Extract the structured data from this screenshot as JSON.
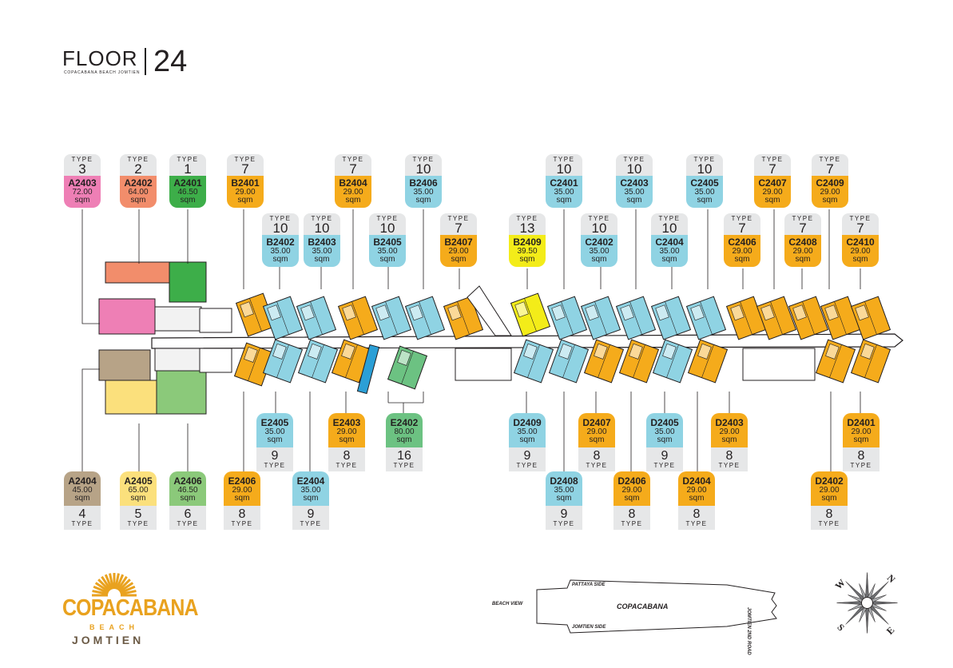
{
  "header": {
    "floor_word": "FLOOR",
    "floor_number": "24",
    "project_line": "COPACABANA BEACH JOMTIEN"
  },
  "labels": {
    "type_word": "TYPE",
    "sqm_word": "sqm"
  },
  "units_top": [
    {
      "code": "A2403",
      "area": "72.00",
      "type": "3",
      "color": "#ee7fb5"
    },
    {
      "code": "A2402",
      "area": "64.00",
      "type": "2",
      "color": "#f28d6b"
    },
    {
      "code": "A2401",
      "area": "46.50",
      "type": "1",
      "color": "#3dae49"
    },
    {
      "code": "B2401",
      "area": "29.00",
      "type": "7",
      "color": "#f5ab1b"
    },
    {
      "code": "B2402",
      "area": "35.00",
      "type": "10",
      "color": "#8fd3e3"
    },
    {
      "code": "B2403",
      "area": "35.00",
      "type": "10",
      "color": "#8fd3e3"
    },
    {
      "code": "B2404",
      "area": "29.00",
      "type": "7",
      "color": "#f5ab1b"
    },
    {
      "code": "B2405",
      "area": "35.00",
      "type": "10",
      "color": "#8fd3e3"
    },
    {
      "code": "B2406",
      "area": "35.00",
      "type": "10",
      "color": "#8fd3e3"
    },
    {
      "code": "B2407",
      "area": "29.00",
      "type": "7",
      "color": "#f5ab1b"
    },
    {
      "code": "B2409",
      "area": "39.50",
      "type": "13",
      "color": "#f3ec19"
    },
    {
      "code": "C2401",
      "area": "35.00",
      "type": "10",
      "color": "#8fd3e3"
    },
    {
      "code": "C2402",
      "area": "35.00",
      "type": "10",
      "color": "#8fd3e3"
    },
    {
      "code": "C2403",
      "area": "35.00",
      "type": "10",
      "color": "#8fd3e3"
    },
    {
      "code": "C2404",
      "area": "35.00",
      "type": "10",
      "color": "#8fd3e3"
    },
    {
      "code": "C2405",
      "area": "35.00",
      "type": "10",
      "color": "#8fd3e3"
    },
    {
      "code": "C2406",
      "area": "29.00",
      "type": "7",
      "color": "#f5ab1b"
    },
    {
      "code": "C2407",
      "area": "29.00",
      "type": "7",
      "color": "#f5ab1b"
    },
    {
      "code": "C2408",
      "area": "29.00",
      "type": "7",
      "color": "#f5ab1b"
    },
    {
      "code": "C2409",
      "area": "29.00",
      "type": "7",
      "color": "#f5ab1b"
    },
    {
      "code": "C2410",
      "area": "29.00",
      "type": "7",
      "color": "#f5ab1b"
    }
  ],
  "units_bottom": [
    {
      "code": "A2404",
      "area": "45.00",
      "type": "4",
      "color": "#b7a387"
    },
    {
      "code": "A2405",
      "area": "65.00",
      "type": "5",
      "color": "#fbe07c"
    },
    {
      "code": "A2406",
      "area": "46.50",
      "type": "6",
      "color": "#8bc97a"
    },
    {
      "code": "E2406",
      "area": "29.00",
      "type": "8",
      "color": "#f5ab1b"
    },
    {
      "code": "E2405",
      "area": "35.00",
      "type": "9",
      "color": "#8fd3e3"
    },
    {
      "code": "E2404",
      "area": "35.00",
      "type": "9",
      "color": "#8fd3e3"
    },
    {
      "code": "E2403",
      "area": "29.00",
      "type": "8",
      "color": "#f5ab1b"
    },
    {
      "code": "E2402",
      "area": "80.00",
      "type": "16",
      "color": "#6cc282"
    },
    {
      "code": "D2409",
      "area": "35.00",
      "type": "9",
      "color": "#8fd3e3"
    },
    {
      "code": "D2408",
      "area": "35.00",
      "type": "9",
      "color": "#8fd3e3"
    },
    {
      "code": "D2407",
      "area": "29.00",
      "type": "8",
      "color": "#f5ab1b"
    },
    {
      "code": "D2406",
      "area": "29.00",
      "type": "8",
      "color": "#f5ab1b"
    },
    {
      "code": "D2405",
      "area": "35.00",
      "type": "9",
      "color": "#8fd3e3"
    },
    {
      "code": "D2404",
      "area": "29.00",
      "type": "8",
      "color": "#f5ab1b"
    },
    {
      "code": "D2403",
      "area": "29.00",
      "type": "8",
      "color": "#f5ab1b"
    },
    {
      "code": "D2402",
      "area": "29.00",
      "type": "8",
      "color": "#f5ab1b"
    },
    {
      "code": "D2401",
      "area": "29.00",
      "type": "8",
      "color": "#f5ab1b"
    }
  ],
  "logo": {
    "brand_part1": "COPA",
    "brand_part2": "CABANA",
    "beach": "BEACH",
    "location": "JOMTIEN"
  },
  "keymap": {
    "pattaya_side": "PATTAYA SIDE",
    "jomtien_side": "JOMTIEN SIDE",
    "beach_view": "BEACH VIEW",
    "center": "COPACABANA",
    "road": "JOMTIEN 2ND ROAD"
  },
  "compass": {
    "n": "N",
    "s": "S",
    "e": "E",
    "w": "W"
  },
  "colors": {
    "orange": "#f5ab1b",
    "blue": "#8fd3e3",
    "pink": "#ee7fb5",
    "salmon": "#f28d6b",
    "green": "#3dae49",
    "yellow": "#f3ec19",
    "tan": "#b7a387",
    "light_yellow": "#fbe07c",
    "light_green": "#8bc97a",
    "teal_green": "#6cc282",
    "gold": "#e9a21f"
  }
}
